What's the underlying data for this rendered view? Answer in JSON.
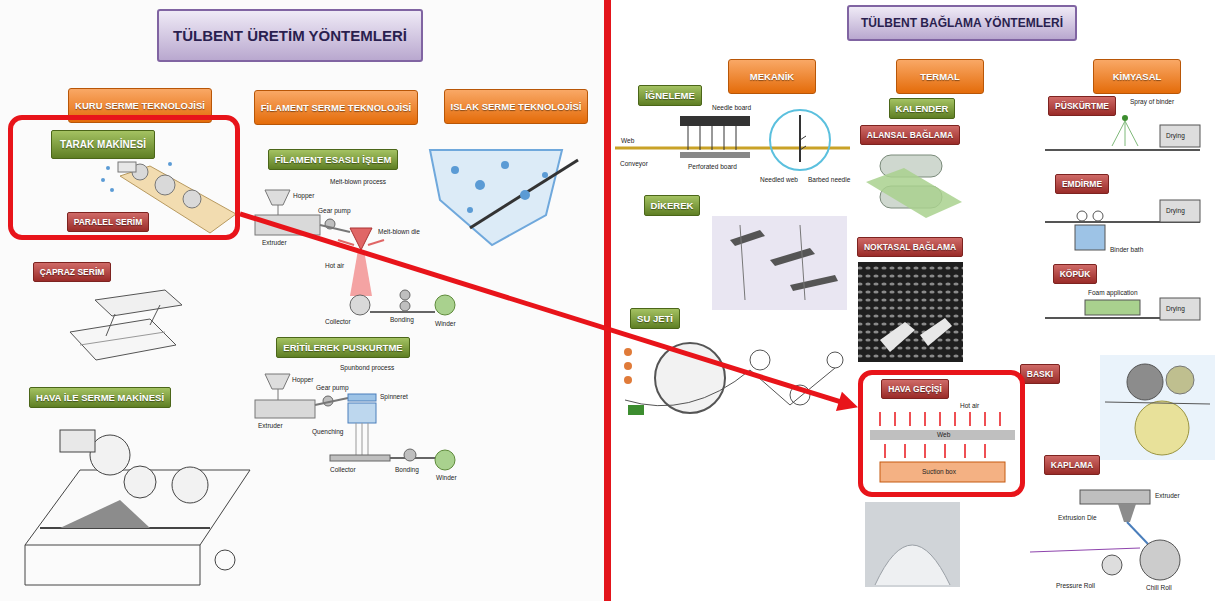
{
  "diagram": {
    "nodes": [
      {
        "text": [
          "TÜLBENT ÜRETİM YÖNTEMLERİ"
        ]
      },
      {
        "text": [
          "KURU SERME TEKNOLOJİSİ"
        ]
      },
      {
        "text": [
          "FİLAMENT SERME TEKNOLOJİSİ"
        ]
      },
      {
        "text": [
          "ISLAK SERME TEKNOLOJİSİ"
        ]
      },
      {
        "text": []
      },
      {
        "text": [
          "TARAK MAKİNESİ"
        ],
        "in": 4
      },
      {
        "text": [
          "PARALEL SERİM"
        ],
        "in": 4
      },
      {
        "text": [
          "FİLAMENT ESASLI İŞLEM"
        ]
      },
      {
        "text": [
          "ÇAPRAZ SERİM"
        ]
      },
      {
        "text": [
          "ERİTİLEREK PUSKURTME"
        ]
      },
      {
        "text": [
          "HAVA İLE SERME MAKİNESİ"
        ]
      },
      {
        "text": [
          "TÜLBENT BAĞLAMA YÖNTEMLERİ"
        ]
      },
      {
        "text": [
          "MEKANİK"
        ]
      },
      {
        "text": [
          "TERMAL"
        ]
      },
      {
        "text": [
          "KİMYASAL"
        ]
      },
      {
        "text": [
          "İĞNELEME"
        ]
      },
      {
        "text": [
          "KALENDER"
        ]
      },
      {
        "text": [
          "PÜSKÜRTME"
        ]
      },
      {
        "text": [
          "ALANSAL BAĞLAMA"
        ]
      },
      {
        "text": [
          "EMDİRME"
        ]
      },
      {
        "text": [
          "DİKEREK"
        ]
      },
      {
        "text": [
          "NOKTASAL BAĞLAMA"
        ]
      },
      {
        "text": [
          "KÖPÜK"
        ]
      },
      {
        "text": [
          "SU JETİ"
        ]
      },
      {
        "text": [
          "BASKI"
        ]
      },
      {
        "text": []
      },
      {
        "text": [
          "HAVA GEÇİŞİ"
        ],
        "in": 25
      },
      {
        "text": [
          "KAPLAMA"
        ]
      }
    ],
    "edges": [
      {
        "from": 4,
        "to": 25,
        "arrow": "to"
      }
    ],
    "labels": [
      "Melt-blown process",
      "Hopper",
      "Gear pump",
      "Extruder",
      "Melt-blown die",
      "Hot air",
      "Collector",
      "Bonding",
      "Winder",
      "Spunbond process",
      "Hopper",
      "Gear pump",
      "Spinneret",
      "Extruder",
      "Quenching",
      "Collector",
      "Bonding",
      "Winder",
      "Needle board",
      "Web",
      "Conveyor",
      "Perforated board",
      "Needled web",
      "Barbed needle",
      "Spray of binder",
      "Drying",
      "Binder bath",
      "Drying",
      "Foam application",
      "Drying",
      "Hot air",
      "Web",
      "Suction box",
      "Extruder",
      "Extrusion Die",
      "Pressure Roll",
      "Chill Roll"
    ]
  }
}
